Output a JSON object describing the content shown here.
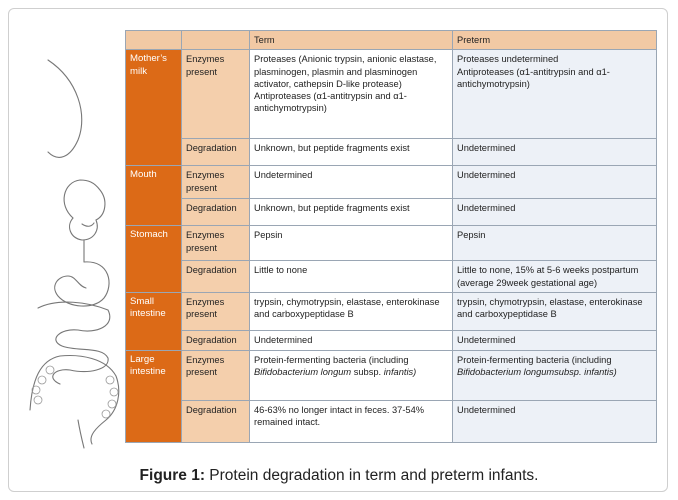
{
  "table": {
    "header": {
      "organ": "",
      "aspect": "",
      "term": "Term",
      "preterm": "Preterm"
    },
    "mothers_milk": {
      "organ": "Mother’s milk",
      "enzymes": {
        "label": "Enzymes present",
        "term_proteases": "Proteases (Anionic trypsin, anionic elastase, plasminogen, plasmin and plasminogen activator, cathepsin D-like protease)",
        "term_antiproteases": "Antiproteases (α1-antitrypsin and α1-antichymotrypsin)",
        "preterm_proteases": "Proteases undetermined",
        "preterm_antiproteases": "Antiproteases (α1-antitrypsin and α1-antichymotrypsin)"
      },
      "degradation": {
        "label": "Degradation",
        "term": "Unknown, but peptide fragments exist",
        "preterm": "Undetermined"
      }
    },
    "mouth": {
      "organ": "Mouth",
      "enzymes": {
        "label": "Enzymes present",
        "term": "Undetermined",
        "preterm": "Undetermined"
      },
      "degradation": {
        "label": "Degradation",
        "term": "Unknown, but peptide fragments exist",
        "preterm": "Undetermined"
      }
    },
    "stomach": {
      "organ": "Stomach",
      "enzymes": {
        "label": "Enzymes present",
        "term": "Pepsin",
        "preterm": "Pepsin"
      },
      "degradation": {
        "label": "Degradation",
        "term": "Little to none",
        "preterm": "Little to none, 15% at 5-6 weeks postpartum (average 29week gestational age)"
      }
    },
    "small_intestine": {
      "organ": "Small intestine",
      "enzymes": {
        "label": "Enzymes present",
        "term": "trypsin, chymotrypsin, elastase, enterokinase and carboxypeptidase B",
        "preterm": "trypsin, chymotrypsin, elastase, enterokinase and carboxypeptidase B"
      },
      "degradation": {
        "label": "Degradation",
        "term": "Undetermined",
        "preterm": "Undetermined"
      }
    },
    "large_intestine": {
      "organ": "Large intestine",
      "enzymes": {
        "label": "Enzymes present",
        "term_prefix": "Protein-fermenting bacteria (including ",
        "term_species": "Bifidobacterium longum",
        "term_mid": " subsp. ",
        "term_subspecies": "infantis)",
        "preterm_prefix": "Protein-fermenting bacteria (including ",
        "preterm_species": "Bifidobacterium longum",
        "preterm_mid": "subsp. ",
        "preterm_subspecies": "infantis)"
      },
      "degradation": {
        "label": "Degradation",
        "term": "46-63% no longer intact in feces. 37-54% remained intact.",
        "preterm": "Undetermined"
      }
    }
  },
  "caption": {
    "label": "Figure 1:",
    "text": " Protein degradation in term and preterm infants."
  }
}
